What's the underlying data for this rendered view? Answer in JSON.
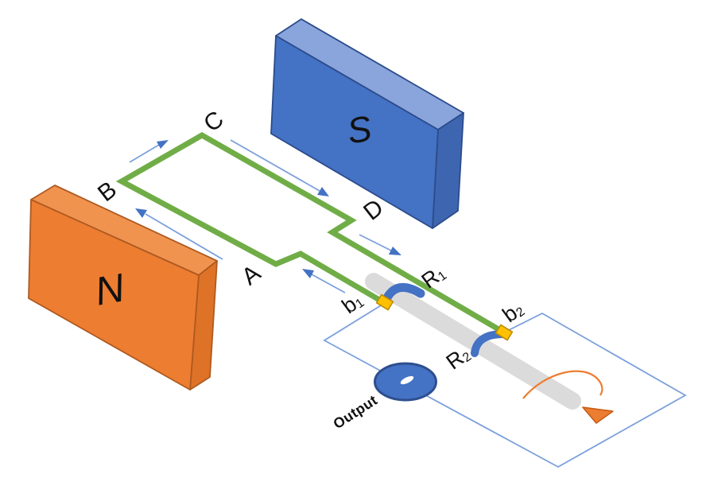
{
  "diagram": {
    "kind": "ac-generator-isometric-diagram",
    "magnets": {
      "north": "N",
      "south": "S"
    },
    "coil_corners": {
      "a": "A",
      "b": "B",
      "c": "C",
      "d": "D"
    },
    "brushes": {
      "b1": {
        "base": "b",
        "sub": "1"
      },
      "b2": {
        "base": "b",
        "sub": "2"
      }
    },
    "slip_rings": {
      "r1": {
        "base": "R",
        "sub": "1"
      },
      "r2": {
        "base": "R",
        "sub": "2"
      }
    },
    "output_label": "Output"
  },
  "colors": {
    "magnet_n_front": "#ED7D31",
    "magnet_n_top": "#F0934F",
    "magnet_n_side": "#DE7226",
    "magnet_n_edge": "#AE5A21",
    "magnet_s_front": "#4472C4",
    "magnet_s_top": "#8AA4DC",
    "magnet_s_side": "#3E66B0",
    "magnet_s_edge": "#2B4C8C",
    "coil_green": "#70AD47",
    "arrow_line": "#7CA0DC",
    "arrow_head": "#4472C4",
    "shaft_gray": "#DBDBDB",
    "brush_yellow": "#FFC000",
    "brush_edge": "#BC8C00",
    "ring_blue": "#4472C4",
    "circuit_wire": "#7CA0DC",
    "meter_fill": "#4472C4",
    "meter_edge": "#2E4E8E",
    "meter_slot": "#FFFFFF",
    "rotation_orange": "#ED7D31",
    "rotation_edge": "#C55A11",
    "label_black": "#111111"
  }
}
